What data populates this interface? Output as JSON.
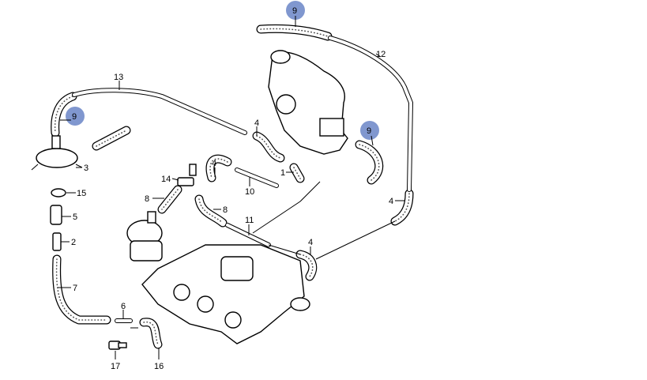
{
  "diagram": {
    "highlight_color": "#8097cf",
    "labels": {
      "p9a": "9",
      "p9b": "9",
      "p9c": "9",
      "p12": "12",
      "p13": "13",
      "p4a": "4",
      "p4b": "4",
      "p4c": "4",
      "p4d": "4",
      "p3": "3",
      "p15": "15",
      "p5": "5",
      "p2": "2",
      "p7": "7",
      "p6": "6",
      "p17": "17",
      "p16": "16",
      "p14": "14",
      "p8a": "8",
      "p8b": "8",
      "p10": "10",
      "p11": "11",
      "p1": "1"
    }
  }
}
